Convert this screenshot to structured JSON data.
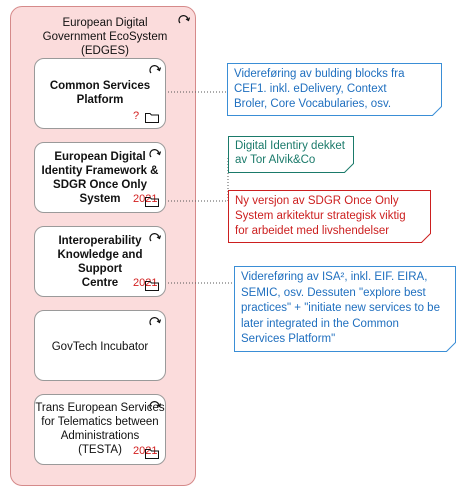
{
  "group": {
    "title_lines": [
      "European Digital",
      "Government EcoSystem",
      "(EDGES)"
    ]
  },
  "cards": [
    {
      "lines": [
        "Common Services",
        "Platform"
      ],
      "bold": true,
      "extra": "?"
    },
    {
      "lines": [
        "European Digital",
        "Identity Framework &",
        "SDGR Once Only",
        "System"
      ],
      "bold": true,
      "extra": "2021"
    },
    {
      "lines": [
        "Interoperability",
        "Knowledge and",
        "Support",
        "Centre"
      ],
      "bold": true,
      "extra": "2021"
    },
    {
      "lines": [
        "GovTech Incubator"
      ],
      "bold": false,
      "extra": ""
    },
    {
      "lines": [
        "Trans European Services",
        "for Telematics between",
        "Administrations",
        "(TESTA)"
      ],
      "bold": false,
      "extra": "2021"
    }
  ],
  "notes": [
    {
      "lines": [
        "Videreføring av bulding blocks fra",
        "CEF1. inkl. eDelivery, Context",
        "Broler, Core Vocabularies, osv."
      ],
      "color": "#1f6fbf"
    },
    {
      "lines": [
        "Digital Identiry dekket",
        "av Tor Alvik&Co"
      ],
      "color": "#1a7a6a"
    },
    {
      "lines": [
        "Ny versjon av SDGR Once Only",
        "System arkitektur  strategisk viktig",
        "for arbeidet med livshendelser"
      ],
      "color": "#cc1f1f"
    },
    {
      "lines": [
        "Videreføring av ISA², inkl. EIF. EIRA,",
        "SEMIC, osv. Dessuten \"explore best",
        "practices\" + \"initiate new services to be",
        "later integrated in the Common",
        "Services Platform\""
      ],
      "color": "#1f6fbf"
    }
  ]
}
